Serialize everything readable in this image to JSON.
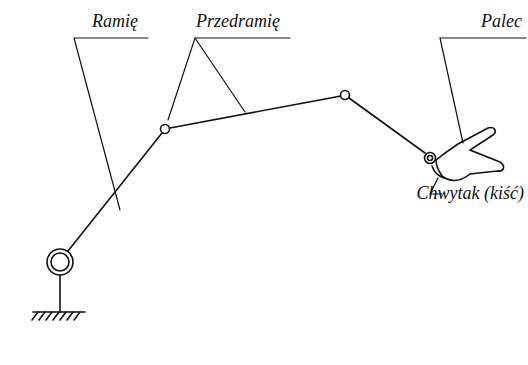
{
  "diagram": {
    "labels": [
      "Ramię",
      "Przedramię",
      "Palec",
      "Chwytak (kiść)"
    ]
  }
}
